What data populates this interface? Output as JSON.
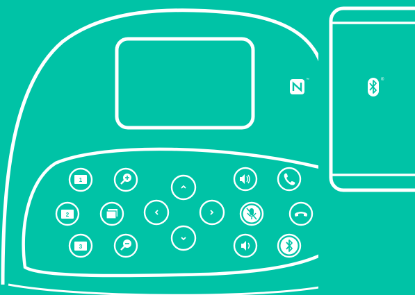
{
  "colors": {
    "background": "#00c3a6",
    "line": "#ffffff"
  },
  "keys": [
    {
      "name": "preset-1",
      "label": "1"
    },
    {
      "name": "preset-2",
      "label": "2"
    },
    {
      "name": "preset-3",
      "label": "3"
    }
  ],
  "phone": {
    "logo": "bluetooth-icon",
    "mark": "®"
  },
  "nfc": {
    "mark": "™"
  }
}
